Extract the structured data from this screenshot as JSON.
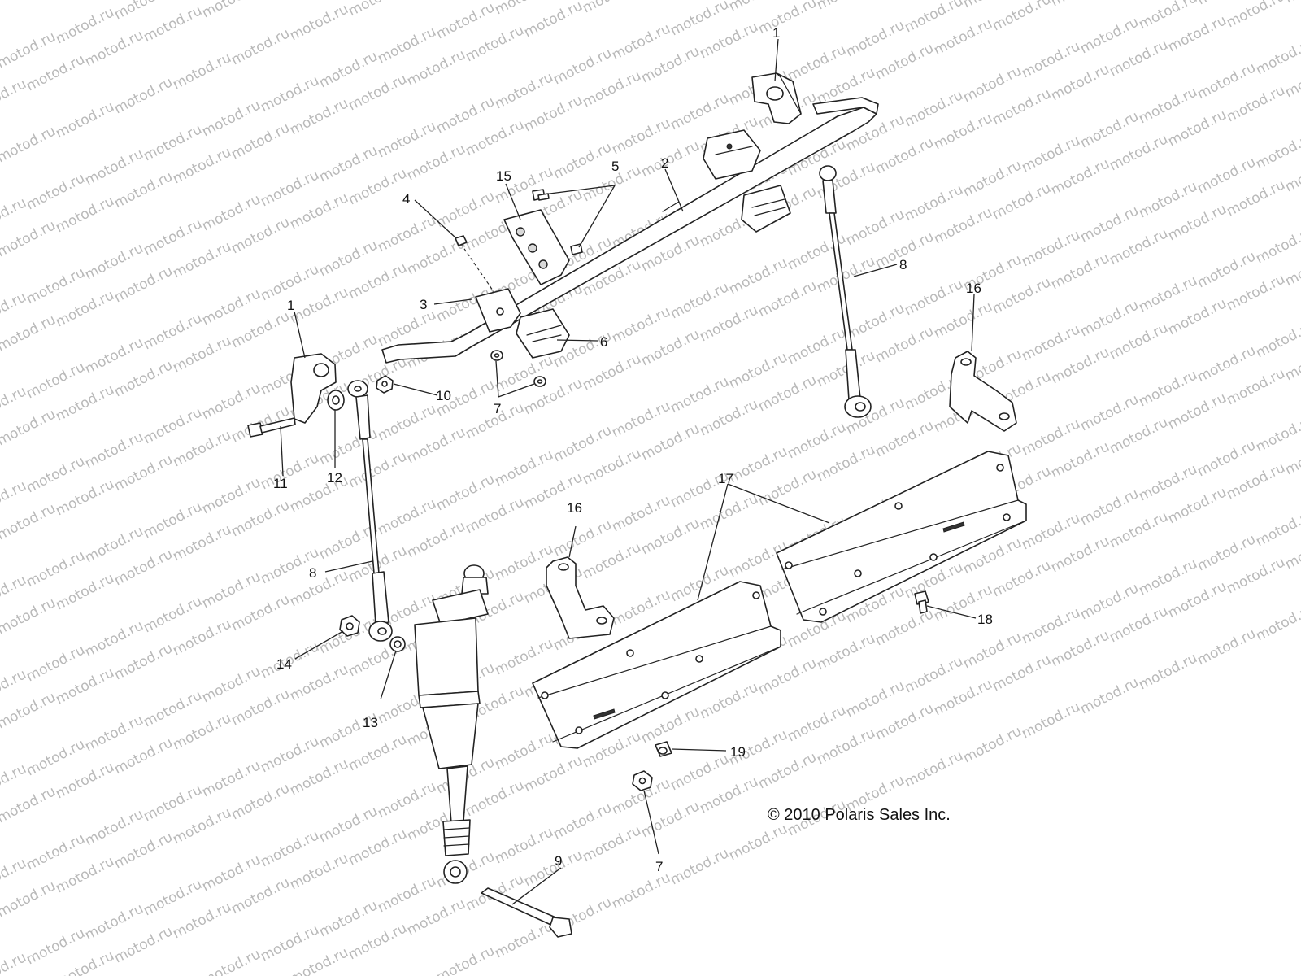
{
  "watermark": {
    "text": "motod.ru",
    "color": "#b9b9b9"
  },
  "copyright": "© 2010 Polaris Sales Inc.",
  "callouts": [
    "1",
    "2",
    "3",
    "4",
    "5",
    "15",
    "8",
    "16",
    "1",
    "6",
    "10",
    "7",
    "11",
    "12",
    "17",
    "16",
    "8",
    "18",
    "14",
    "13",
    "19",
    "7",
    "9"
  ],
  "colors": {
    "line": "#222222",
    "text": "#111111",
    "shade": "#d9d9d9"
  }
}
